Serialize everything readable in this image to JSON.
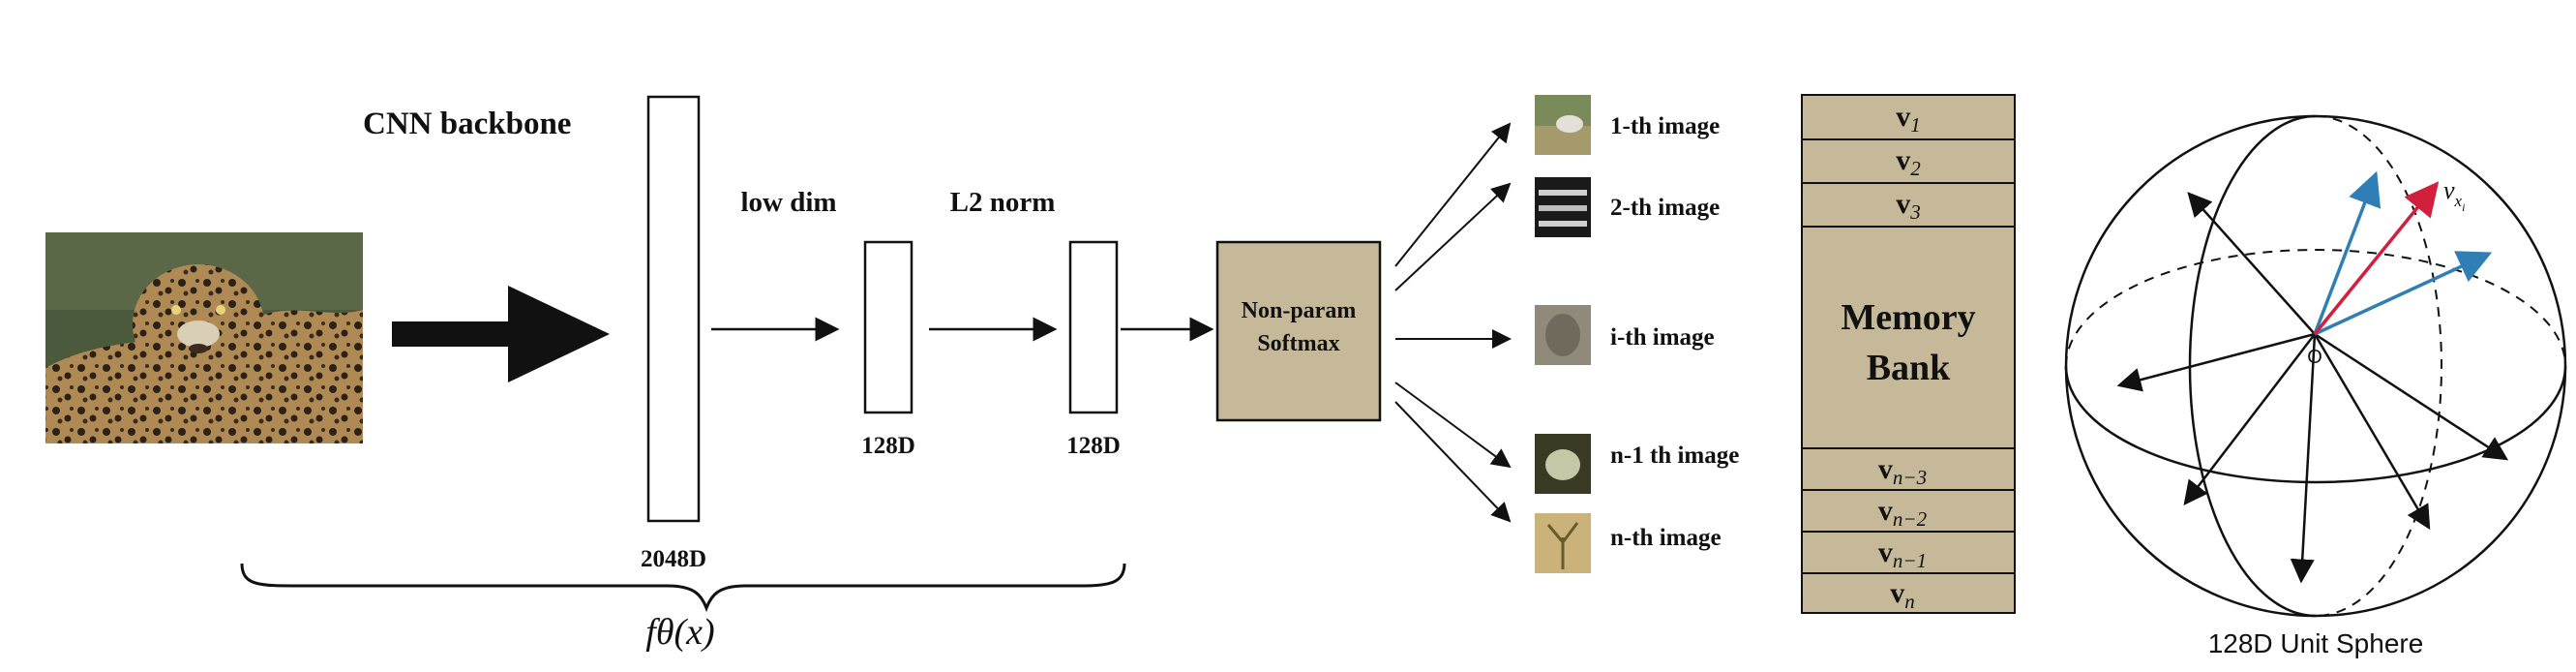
{
  "labels": {
    "backbone": "CNN backbone",
    "low_dim": "low dim",
    "l2_norm": "L2 norm",
    "dim_2048": "2048D",
    "dim_128_a": "128D",
    "dim_128_b": "128D",
    "softmax_line1": "Non-param",
    "softmax_line2": "Softmax",
    "function_label": "fθ(x)",
    "sphere_caption": "128D Unit Sphere",
    "origin": "O",
    "vector_label": "v"
  },
  "images": [
    {
      "label": "1-th image"
    },
    {
      "label": "2-th image"
    },
    {
      "label": "i-th image"
    },
    {
      "label": "n-1 th image"
    },
    {
      "label": "n-th image"
    }
  ],
  "memory_bank": {
    "title_line1": "Memory",
    "title_line2": "Bank",
    "top_rows": [
      {
        "base": "v",
        "sub": "1"
      },
      {
        "base": "v",
        "sub": "2"
      },
      {
        "base": "v",
        "sub": "3"
      }
    ],
    "bottom_rows": [
      {
        "base": "v",
        "sub": "n−3"
      },
      {
        "base": "v",
        "sub": "n−2"
      },
      {
        "base": "v",
        "sub": "n−1"
      },
      {
        "base": "v",
        "sub": "n"
      }
    ]
  },
  "colors": {
    "softmax_fill": "#c6b99a",
    "bank_fill": "#c6b99a",
    "arrow_red": "#d21f3c",
    "arrow_blue": "#2f7fb6",
    "ink": "#111111"
  }
}
